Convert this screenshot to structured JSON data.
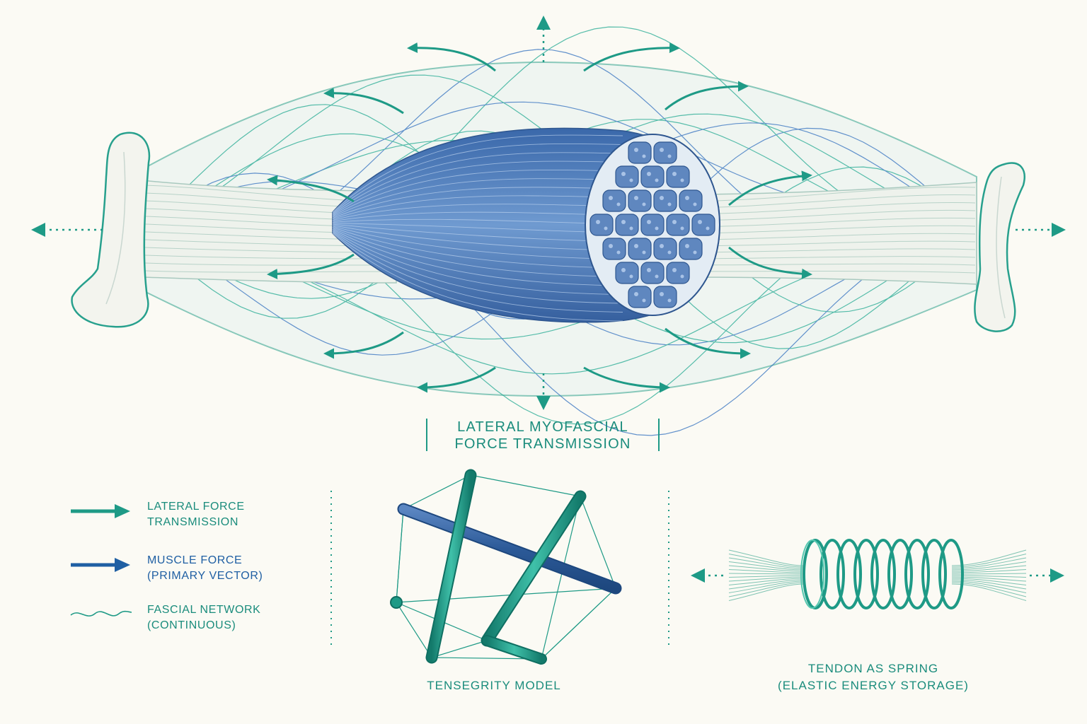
{
  "title": {
    "line1": "LATERAL MYOFASCIAL",
    "line2": "FORCE TRANSMISSION"
  },
  "legend": [
    {
      "line1": "LATERAL FORCE",
      "line2": "TRANSMISSION",
      "icon": "teal-arrow-icon",
      "color": "#1e9a86"
    },
    {
      "line1": "MUSCLE FORCE",
      "line2": "(PRIMARY VECTOR)",
      "icon": "blue-arrow-icon",
      "color": "#1f5fa3"
    },
    {
      "line1": "FASCIAL NETWORK",
      "line2": "(CONTINUOUS)",
      "icon": "wavy-line-icon",
      "color": "#1e9a86"
    }
  ],
  "tensegrity": {
    "caption": "TENSEGRITY MODEL"
  },
  "spring": {
    "line1": "TENDON AS SPRING",
    "line2": "(ELASTIC ENERGY STORAGE)"
  },
  "colors": {
    "teal": "#1e9a86",
    "blue": "#3d6fae",
    "dark_blue": "#1f5fa3",
    "background": "#fbfaf4",
    "bone": "#f1f3ec"
  }
}
